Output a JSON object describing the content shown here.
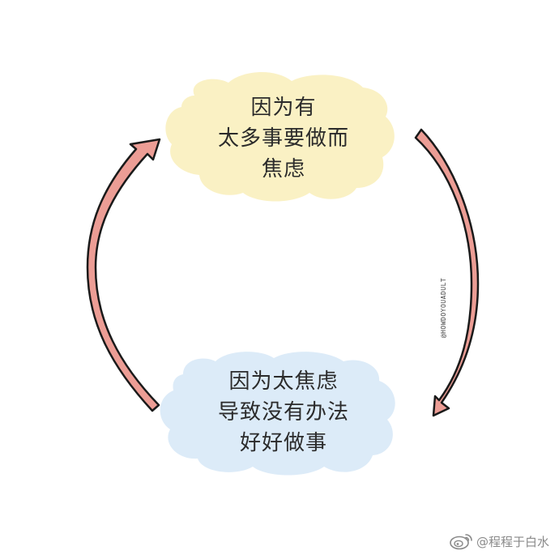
{
  "top_cloud": {
    "lines": [
      "因为有",
      "太多事要做而",
      "焦虑"
    ],
    "color": "#faf1c4"
  },
  "bottom_cloud": {
    "lines": [
      "因为太焦虑",
      "导致没有办法",
      "好好做事"
    ],
    "color": "#dcebf8"
  },
  "arrow_color": "#ec9d95",
  "outline_color": "#1a1a1a",
  "signature": "@HOWDOYOUADULT",
  "watermark": {
    "text": "@程程于白水",
    "icon": "weibo-logo-icon"
  }
}
